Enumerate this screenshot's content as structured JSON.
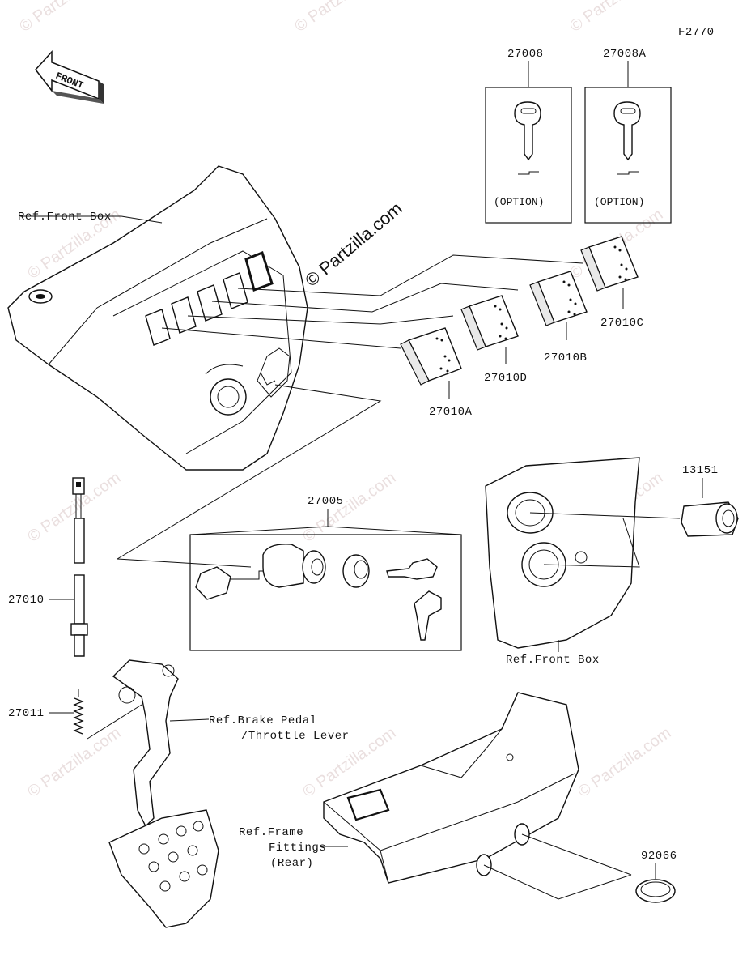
{
  "figure_code": "F2770",
  "brand_watermark": "© Partzilla.com",
  "front_arrow_label": "FRONT",
  "callouts": {
    "key_27008": "27008",
    "key_27008a": "27008A",
    "option_1": "(OPTION)",
    "option_2": "(OPTION)",
    "switch_a": "27010A",
    "switch_b": "27010B",
    "switch_c": "27010C",
    "switch_d": "27010D",
    "ignition_assy": "27005",
    "socket": "13151",
    "brake_switch": "27010",
    "spring": "27011",
    "plug": "92066"
  },
  "references": {
    "front_box_top": "Ref.Front Box",
    "front_box_right": "Ref.Front Box",
    "brake_pedal_line1": "Ref.Brake Pedal",
    "brake_pedal_line2": "/Throttle Lever",
    "frame_line1": "Ref.Frame",
    "frame_line2": "Fittings",
    "frame_line3": "(Rear)"
  }
}
